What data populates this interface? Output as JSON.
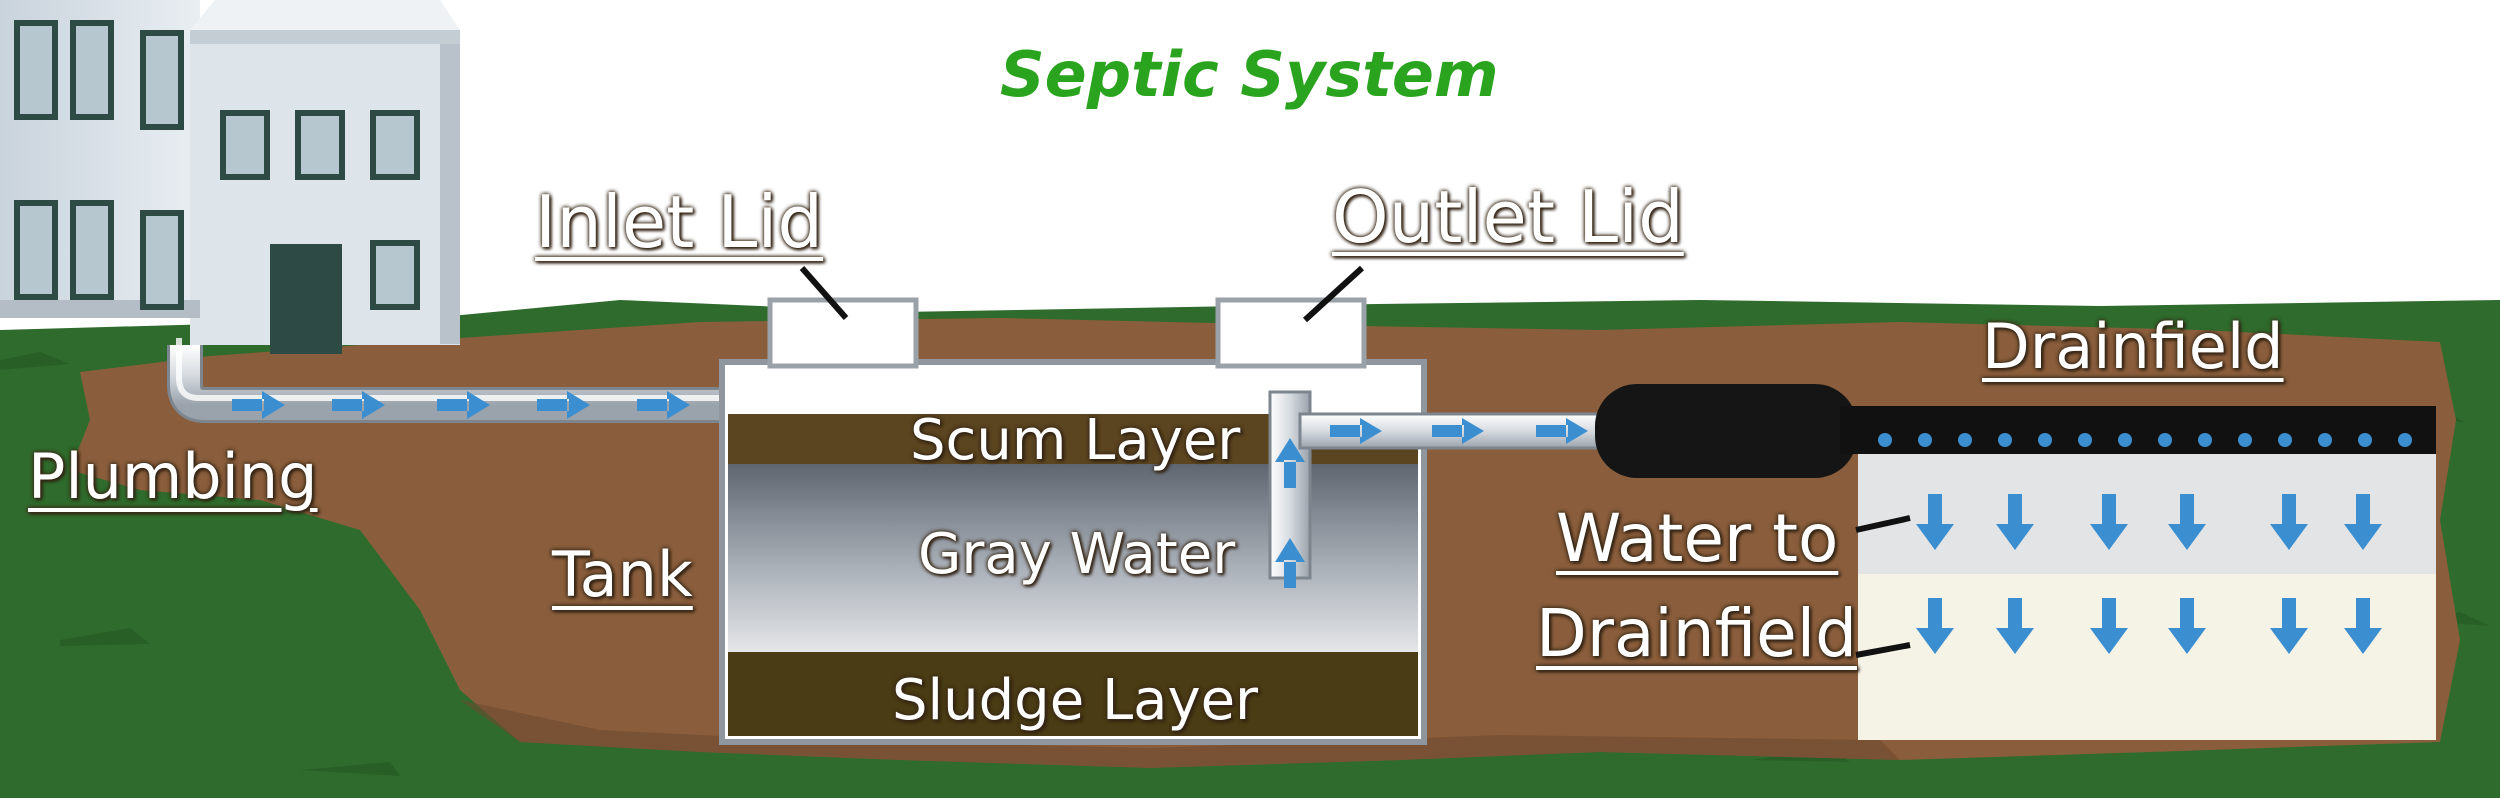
{
  "title": "Septic System",
  "labels": {
    "inlet_lid": "Inlet Lid",
    "outlet_lid": "Outlet Lid",
    "plumbing": "Plumbing",
    "tank": "Tank",
    "drainfield": "Drainfield",
    "water_to_line1": "Water to",
    "water_to_line2": "Drainfield",
    "scum_layer": "Scum Layer",
    "gray_water": "Gray Water",
    "sludge_layer": "Sludge Layer"
  },
  "colors": {
    "title": "#2aa41f",
    "grass": "#2f6b2c",
    "soil": "#8a5e3c",
    "scum": "#5b4520",
    "sludge": "#4a3c14",
    "flow_arrow": "#3b8fd0",
    "pipe": "#d8dde3"
  }
}
